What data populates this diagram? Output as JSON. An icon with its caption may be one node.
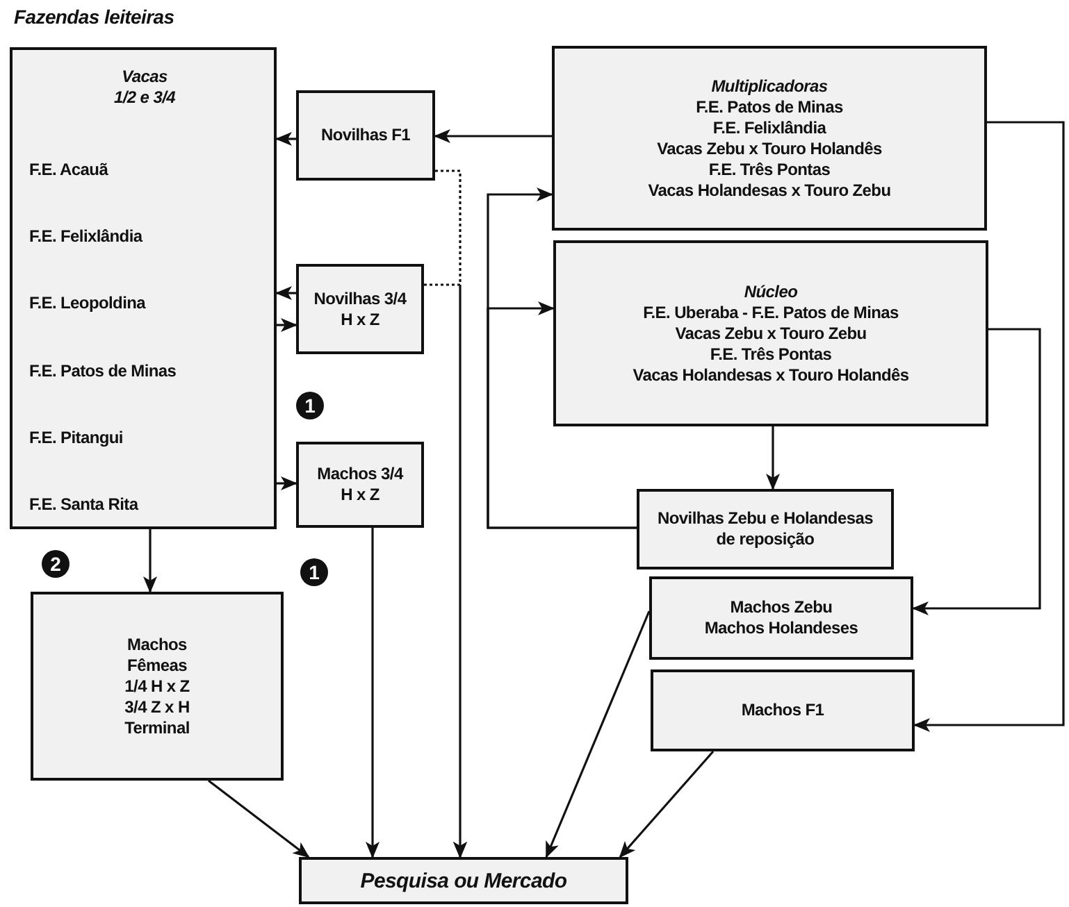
{
  "diagram": {
    "title": "Fazendas leiteiras",
    "nodes": [
      {
        "text": [
          "Vacas 1/2 e 3/4",
          "F.E. Acauã",
          "F.E. Felixlândia",
          "F.E. Leopoldina",
          "F.E. Patos de Minas",
          "F.E. Pitangui",
          "F.E. Santa Rita"
        ]
      },
      {
        "text": [
          "Novilhas F1"
        ]
      },
      {
        "text": [
          "Novilhas 3/4 H x Z"
        ]
      },
      {
        "text": [
          "Machos 3/4 H x Z"
        ]
      },
      {
        "text": [
          "Multiplicadoras",
          "F.E. Patos de Minas",
          "F.E. Felixlândia",
          "Vacas Zebu x Touro Holandês",
          "F.E. Três Pontas",
          "Vacas Holandesas x Touro Zebu"
        ]
      },
      {
        "text": [
          "Núcleo",
          "F.E. Uberaba - F.E. Patos de Minas",
          "Vacas Zebu x Touro Zebu",
          "F.E. Três Pontas",
          "Vacas Holandesas x Touro Holandês"
        ]
      },
      {
        "text": [
          "Novilhas Zebu e Holandesas de reposição"
        ]
      },
      {
        "text": [
          "Machos Zebu",
          "Machos Holandeses"
        ]
      },
      {
        "text": [
          "Machos F1"
        ]
      },
      {
        "text": [
          "Machos",
          "Fêmeas",
          "1/4 H x Z",
          "3/4 Z x H",
          "Terminal"
        ]
      },
      {
        "text": [
          "Pesquisa ou Mercado"
        ]
      }
    ],
    "edges": [
      {
        "from": 4,
        "to": 1,
        "arrow": "to"
      },
      {
        "from": 1,
        "to": 0,
        "arrow": "to"
      },
      {
        "from": 2,
        "to": 0,
        "arrow": "to"
      },
      {
        "from": 0,
        "to": 2,
        "arrow": "to"
      },
      {
        "from": 0,
        "to": 3,
        "arrow": "to"
      },
      {
        "from": 0,
        "to": 9,
        "arrow": "to"
      },
      {
        "from": 1,
        "to": 10,
        "arrow": "to",
        "style": "dashed"
      },
      {
        "from": 2,
        "to": 10,
        "arrow": "to",
        "style": "dashed"
      },
      {
        "from": 3,
        "to": 10,
        "arrow": "to"
      },
      {
        "from": 9,
        "to": 10,
        "arrow": "to"
      },
      {
        "from": 6,
        "to": 4,
        "arrow": "to"
      },
      {
        "from": 6,
        "to": 5,
        "arrow": "to"
      },
      {
        "from": 5,
        "to": 6,
        "arrow": "to"
      },
      {
        "from": 5,
        "to": 7,
        "arrow": "to"
      },
      {
        "from": 4,
        "to": 8,
        "arrow": "to"
      },
      {
        "from": 7,
        "to": 10,
        "arrow": "to"
      },
      {
        "from": 8,
        "to": 10,
        "arrow": "to"
      }
    ],
    "labels": [
      "1",
      "2",
      "1"
    ]
  }
}
